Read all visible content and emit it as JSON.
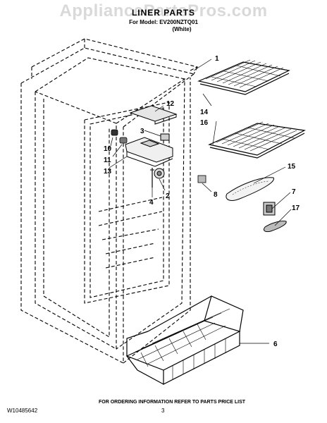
{
  "watermark": "AppliancePartsPros.com",
  "header": {
    "title": "LINER PARTS",
    "model_line": "For Model: EV200NZTQ01",
    "color_line": "(White)"
  },
  "callouts": {
    "c1": "1",
    "c2": "2",
    "c3": "3",
    "c4": "4",
    "c6": "6",
    "c7": "7",
    "c8": "8",
    "c10": "10",
    "c11": "11",
    "c12": "12",
    "c13": "13",
    "c14": "14",
    "c15": "15",
    "c16": "16",
    "c17": "17"
  },
  "footer": {
    "doc_number": "W10485642",
    "ordering_note": "FOR ORDERING INFORMATION REFER TO PARTS PRICE LIST",
    "page_number": "3"
  },
  "colors": {
    "ink": "#000000",
    "watermark": "#8c8c8c"
  }
}
